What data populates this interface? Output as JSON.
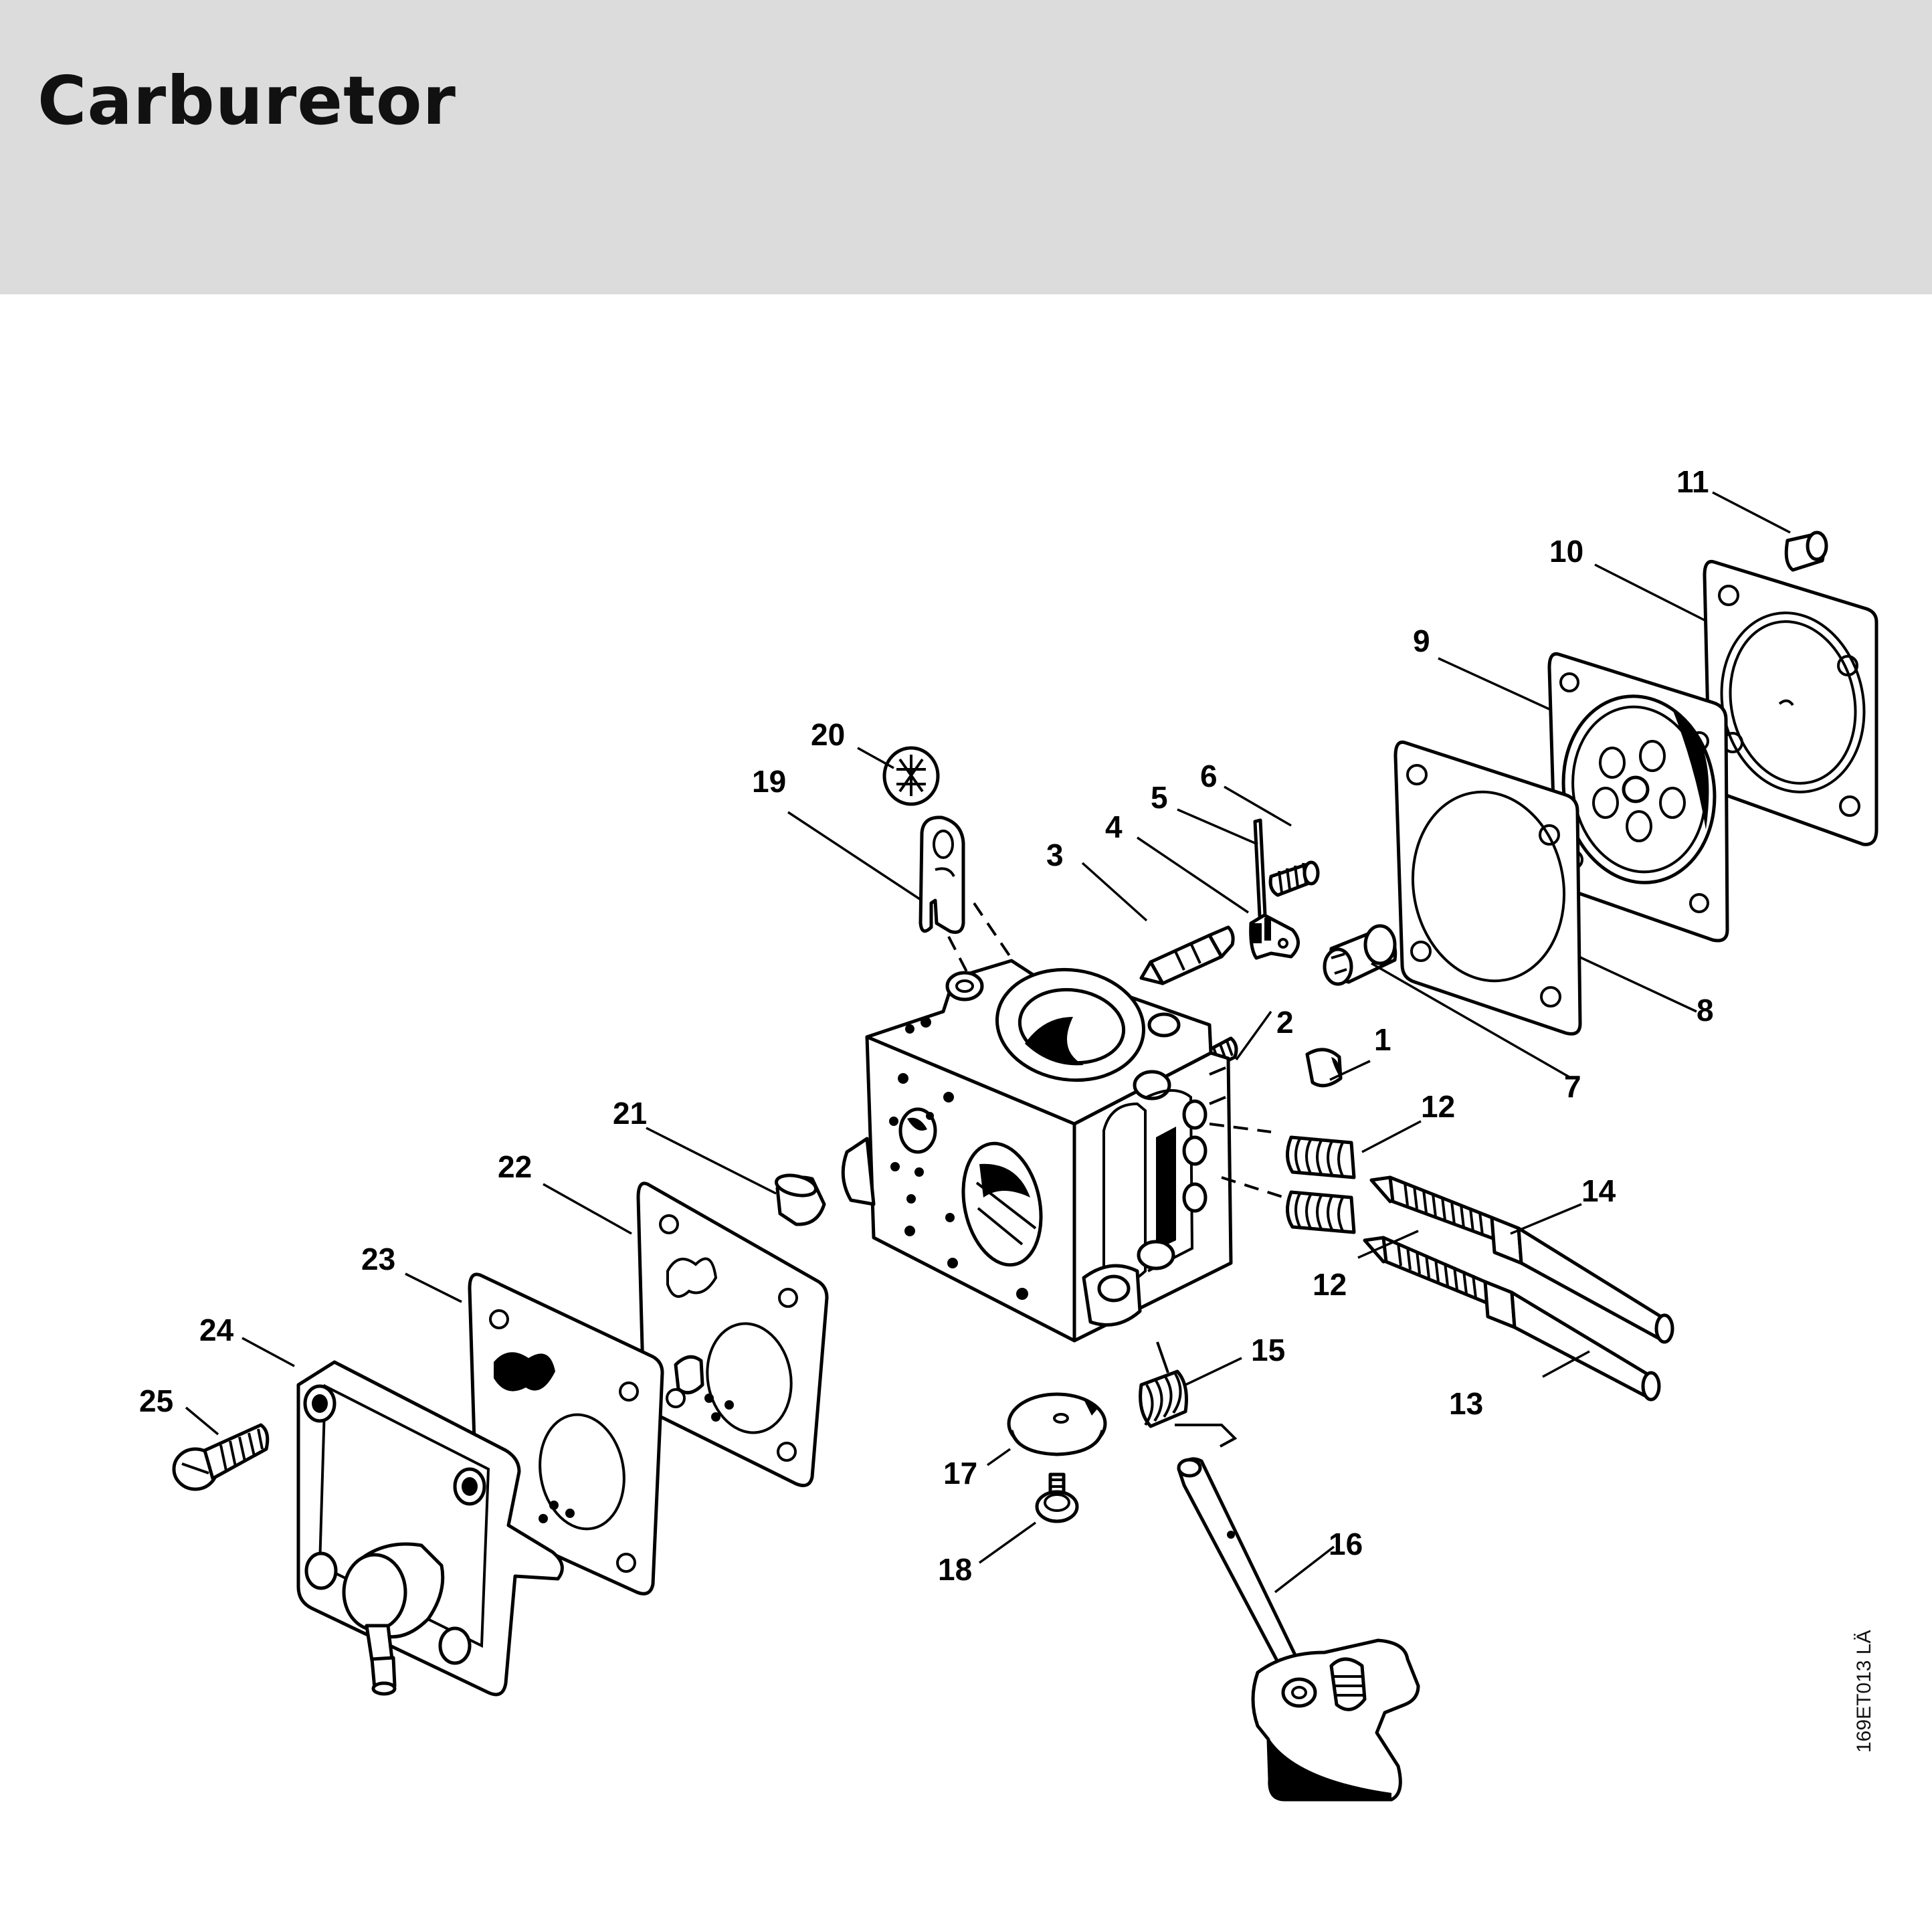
{
  "header": {
    "title": "Carburetor"
  },
  "drawing_ref": "169ET013 LÄ",
  "callouts": {
    "c1": "1",
    "c2": "2",
    "c3": "3",
    "c4": "4",
    "c5": "5",
    "c6": "6",
    "c7": "7",
    "c8": "8",
    "c9": "9",
    "c10": "10",
    "c11": "11",
    "c12a": "12",
    "c12b": "12",
    "c13": "13",
    "c14": "14",
    "c15": "15",
    "c16": "16",
    "c17": "17",
    "c18": "18",
    "c19": "19",
    "c20": "20",
    "c21": "21",
    "c22": "22",
    "c23": "23",
    "c24": "24",
    "c25": "25"
  }
}
